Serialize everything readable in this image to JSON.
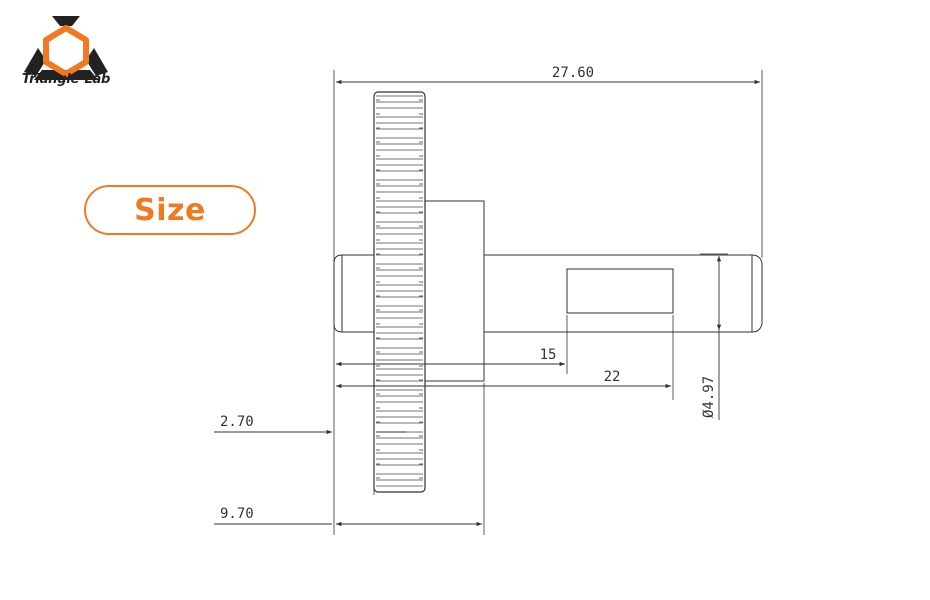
{
  "logo": {
    "brand": "Triangle-Lab",
    "colors": {
      "primary": "#f07a24",
      "dark": "#222222"
    }
  },
  "badge": {
    "label": "Size",
    "color": "#f07a24"
  },
  "dimensions": {
    "overall_length": "27.60",
    "flat_length": "15",
    "shaft_length": "22",
    "diameter": "Ø4.97",
    "flange_offset": "2.70",
    "gear_hub_width": "9.70"
  }
}
